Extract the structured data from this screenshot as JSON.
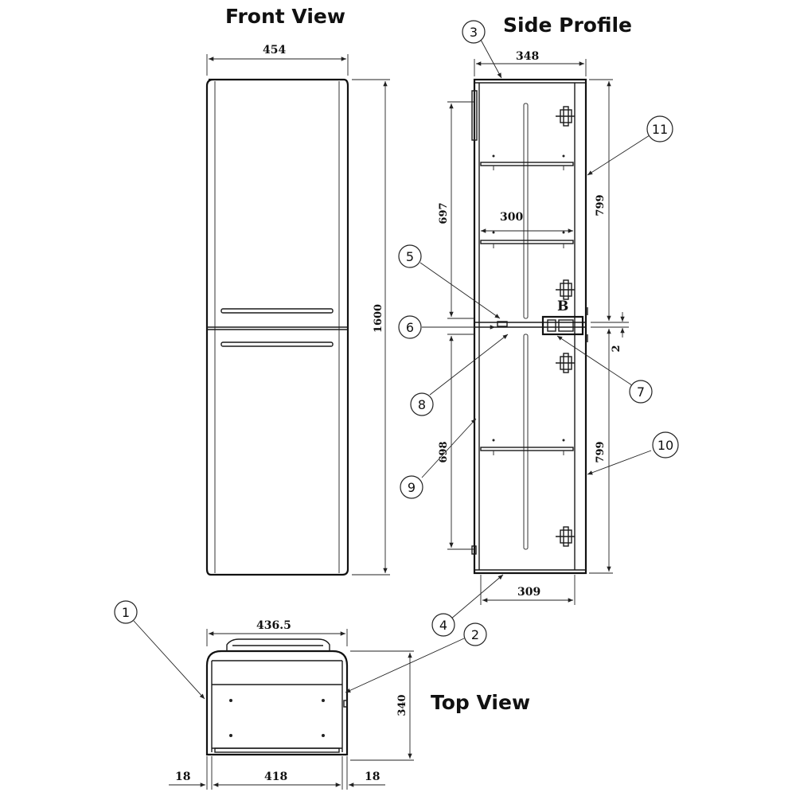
{
  "titles": {
    "front": "Front View",
    "side": "Side Profile",
    "top": "Top View"
  },
  "dimensions": {
    "front_width": "454",
    "front_height": "1600",
    "side_width": "348",
    "shelf_span": "697",
    "shelf_depth": "300",
    "upper_height": "799",
    "lower_height": "799",
    "lower_span": "698",
    "gap": "2",
    "base_depth": "309",
    "top_width": "436.5",
    "top_depth": "340",
    "top_inner": "418",
    "top_side_left": "18",
    "top_side_right": "18"
  },
  "detail_label": "B",
  "callouts": [
    "1",
    "2",
    "3",
    "4",
    "5",
    "6",
    "7",
    "8",
    "9",
    "10",
    "11"
  ]
}
